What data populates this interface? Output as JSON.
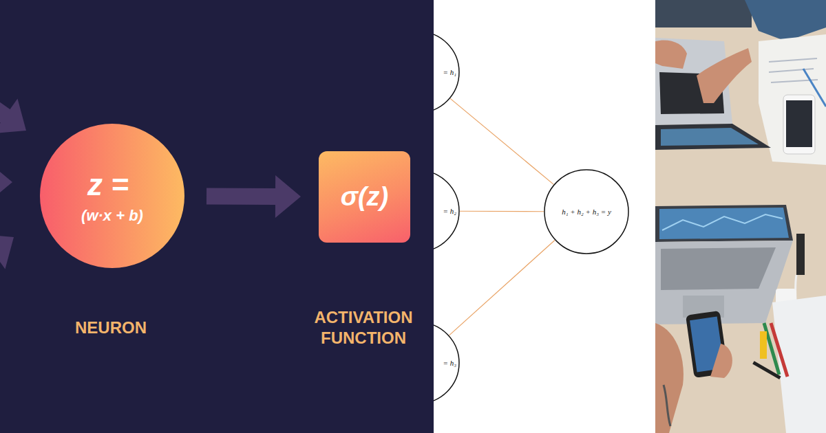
{
  "diagram": {
    "nodes": [
      {
        "text": [
          "z =",
          "(w·x + b)"
        ]
      },
      {
        "text": [
          "σ(z)"
        ]
      },
      {
        "text": [
          "= h₁"
        ]
      },
      {
        "text": [
          "= h₂"
        ]
      },
      {
        "text": [
          "= h₃"
        ]
      },
      {
        "text": [
          "h₁ + h₂ + h₃ = y"
        ]
      }
    ],
    "edges": [
      {
        "from": 0,
        "to": 1,
        "arrow": "to"
      },
      {
        "from": 2,
        "to": 5,
        "arrow": "none"
      },
      {
        "from": 3,
        "to": 5,
        "arrow": "none"
      },
      {
        "from": 4,
        "to": 5,
        "arrow": "none"
      }
    ],
    "labels": [
      "NEURON",
      "ACTIVATION FUNCTION"
    ]
  }
}
